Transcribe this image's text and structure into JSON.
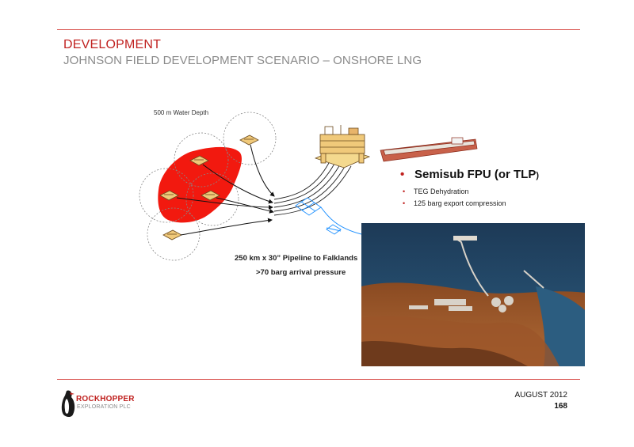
{
  "header": {
    "section_title": "DEVELOPMENT",
    "subtitle": "JOHNSON FIELD DEVELOPMENT SCENARIO – ONSHORE LNG"
  },
  "diagram": {
    "water_depth_label": "500 m Water Depth",
    "pipeline_label": "250 km x 30” Pipeline to Falklands",
    "arrival_pressure_label": ">70 barg arrival pressure"
  },
  "bullets": {
    "main": "Semisub FPU (or TLP",
    "main_tail": ")",
    "items": [
      "TEG Dehydration",
      "125 barg export compression"
    ]
  },
  "footer": {
    "company_name": "ROCKHOPPER",
    "company_sub": "EXPLORATION PLC",
    "date": "AUGUST 2012",
    "page_number": "168"
  },
  "colors": {
    "accent": "#c0211f",
    "subtitle_gray": "#8a8a8a",
    "field_red": "#f2190f",
    "line_blue": "#1e90ff"
  }
}
